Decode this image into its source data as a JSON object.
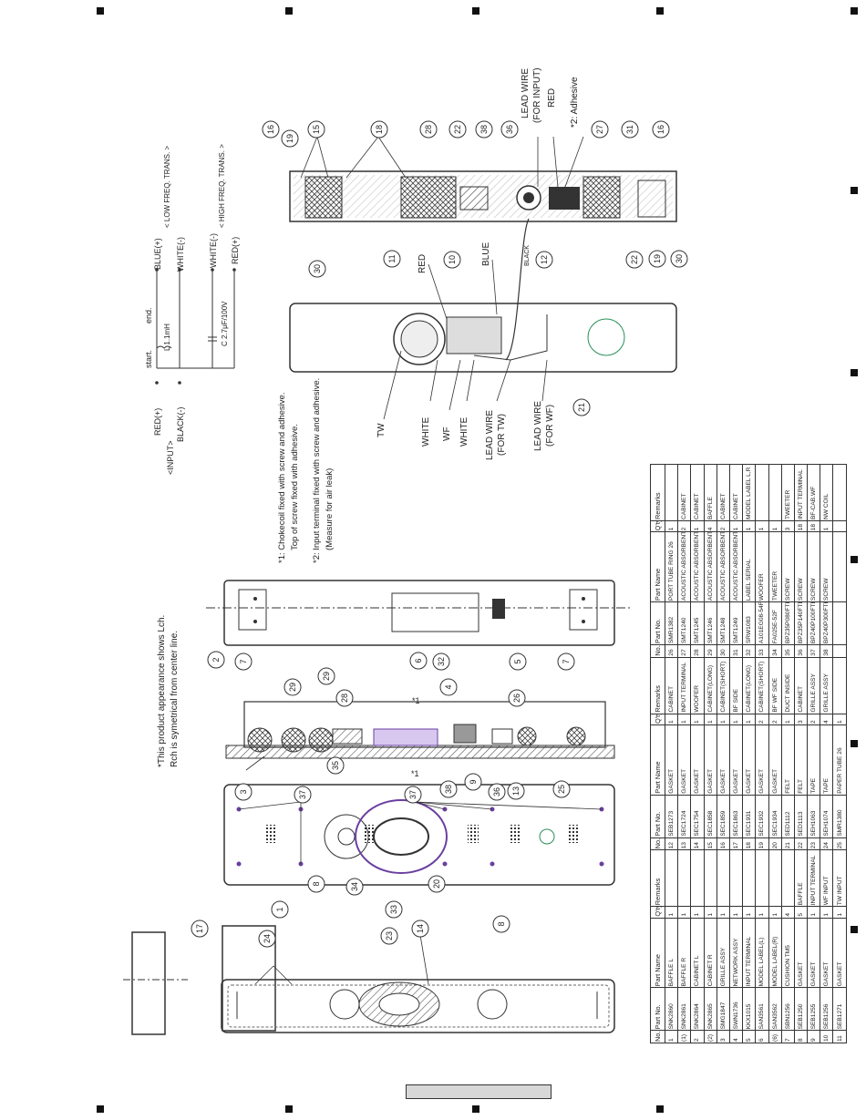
{
  "notes": {
    "appearance_1": "*This product appearance shows Lch.",
    "appearance_2": "Rch is symetrical from center line.",
    "note1_a": "*1: Chokecoil fixed with screw and adhesive.",
    "note1_b": "Top of screw fixed with adhesive.",
    "note2_a": "*2: Input terminal fixed with screw and adhesive.",
    "note2_b": "(Measure for air leak)"
  },
  "schematic": {
    "input": "<INPUT>",
    "red_plus": "RED(+)",
    "black_minus": "BLACK(-)",
    "start": "start.",
    "end": "end.",
    "inductor": "L  1.1mH",
    "capacitor": "C  2.7μF/100V",
    "blue_plus": "BLUE(+)",
    "white_minus_1": "WHITE(-)",
    "white_minus_2": "WHITE(-)",
    "red_plus_out": "RED(+)",
    "low_freq": "< LOW FREQ. TRANS. >",
    "high_freq": "< HIGH FREQ. TRANS. >"
  },
  "labels": {
    "tw": "TW",
    "wf": "WF",
    "white_1": "WHITE",
    "white_2": "WHITE",
    "red_mid": "RED",
    "blue_mid": "BLUE",
    "black_small": "BLACK",
    "lead_tw_1": "LEAD WIRE",
    "lead_tw_2": "(FOR TW)",
    "lead_wf_1": "LEAD WIRE",
    "lead_wf_2": "(FOR WF)",
    "lead_input_1": "LEAD WIRE",
    "lead_input_2": "(FOR INPUT)",
    "red_top": "RED",
    "adhesive": "*2: Adhesive",
    "star1": "*1",
    "star1b": "*1"
  },
  "callouts": [
    "1",
    "2",
    "3",
    "4",
    "5",
    "6",
    "7",
    "7",
    "8",
    "8",
    "9",
    "10",
    "11",
    "12",
    "13",
    "14",
    "15",
    "16",
    "16",
    "17",
    "18",
    "19",
    "19",
    "20",
    "21",
    "22",
    "22",
    "23",
    "24",
    "25",
    "26",
    "27",
    "28",
    "28",
    "29",
    "29",
    "30",
    "30",
    "31",
    "32",
    "33",
    "34",
    "35",
    "36",
    "36",
    "37",
    "37",
    "38",
    "38"
  ],
  "parts_table": {
    "headers": [
      "No.",
      "Part No.",
      "Part Name",
      "Q'ty",
      "Remarks",
      "No.",
      "Part No.",
      "Part Name",
      "Q'ty",
      "Remarks",
      "No.",
      "Part No.",
      "Part Name",
      "Q'ty",
      "Remarks"
    ],
    "rows": [
      [
        "1",
        "SNK2860",
        "BAFFLE L",
        "1",
        "",
        "12",
        "SEB1273",
        "GASKET",
        "1",
        "CABINET",
        "26",
        "SMR1382",
        "PORT TUBE RING 26",
        "1",
        ""
      ],
      [
        "(1)",
        "SNK2861",
        "BAFFLE R",
        "1",
        "",
        "13",
        "SEC1724",
        "GASKET",
        "1",
        "INPUT TERMINAL",
        "27",
        "SMT1240",
        "ACOUSTIC ABSORBENT",
        "2",
        "CABINET"
      ],
      [
        "2",
        "SNK2864",
        "CABINET L",
        "1",
        "",
        "14",
        "SEC1754",
        "GASKET",
        "1",
        "WOOFER",
        "28",
        "SMT1245",
        "ACOUSTIC ABSORBENT",
        "1",
        "CABINET"
      ],
      [
        "(2)",
        "SNK2865",
        "CABINET R",
        "1",
        "",
        "15",
        "SEC1858",
        "GASKET",
        "1",
        "CABINET(LONG)",
        "29",
        "SMT1246",
        "ACOUSTIC ABSORBENT",
        "4",
        "BAFFLE"
      ],
      [
        "3",
        "SMG1847",
        "GRILLE ASSY",
        "1",
        "",
        "16",
        "SEC1859",
        "GASKET",
        "1",
        "CABINET(SHORT)",
        "30",
        "SMT1248",
        "ACOUSTIC ABSORBENT",
        "2",
        "CABINET"
      ],
      [
        "4",
        "SWN1736",
        "NETWORK ASSY",
        "1",
        "",
        "17",
        "SEC1863",
        "GASKET",
        "1",
        "BF SIDE",
        "31",
        "SMT1249",
        "ACOUSTIC ABSORBENT",
        "1",
        "CABINET"
      ],
      [
        "5",
        "KKX1015",
        "INPUT TERMINAL",
        "1",
        "",
        "18",
        "SEC1931",
        "GASKET",
        "1",
        "CABINET(LONG)",
        "32",
        "SRW1083",
        "LABEL SERIAL",
        "1",
        "MODEL LABEL L,R"
      ],
      [
        "6",
        "SAN3561",
        "MODEL LABEL(L)",
        "1",
        "",
        "19",
        "SEC1932",
        "GASKET",
        "2",
        "CABINET(SHORT)",
        "33",
        "A101EG08-54F",
        "WOOFER",
        "1",
        ""
      ],
      [
        "(6)",
        "SAN3562",
        "MODEL LABEL(R)",
        "1",
        "",
        "20",
        "SEC1934",
        "GASKET",
        "2",
        "BF WF SIDE",
        "34",
        "FA025E-52F",
        "TWEETER",
        "1",
        ""
      ],
      [
        "7",
        "SBN1256",
        "CUSHION TM5",
        "4",
        "",
        "21",
        "SED1112",
        "FELT",
        "1",
        "DUCT INSIDE",
        "35",
        "BPZ35P080FTB",
        "SCREW",
        "3",
        "TWEETER"
      ],
      [
        "8",
        "SEB1250",
        "GASKET",
        "5",
        "BAFFLE",
        "22",
        "SED1113",
        "FELT",
        "3",
        "CABINET",
        "36",
        "BPZ35P140FTB",
        "SCREW",
        "18",
        "INPUT TERMINAL"
      ],
      [
        "9",
        "SEB1255",
        "GASKET",
        "1",
        "INPUT TERMINAL",
        "23",
        "SEH1063",
        "TAPE",
        "2",
        "GRILLE ASSY",
        "37",
        "BPZ40P100FTB",
        "SCREW",
        "18",
        "BF-CAB.WF"
      ],
      [
        "10",
        "SEB1256",
        "GASKET",
        "1",
        "WF INPUT",
        "24",
        "SEH1074",
        "TAPE",
        "4",
        "GRILLE ASSY",
        "38",
        "BPZ40P300FTB",
        "SCREW",
        "1",
        "NW COIL"
      ],
      [
        "11",
        "SEB1271",
        "GASKET",
        "1",
        "TW INPUT",
        "25",
        "SMR1380",
        "PAPER TUBE 26",
        "1",
        "",
        "",
        "",
        "",
        "",
        ""
      ]
    ]
  }
}
